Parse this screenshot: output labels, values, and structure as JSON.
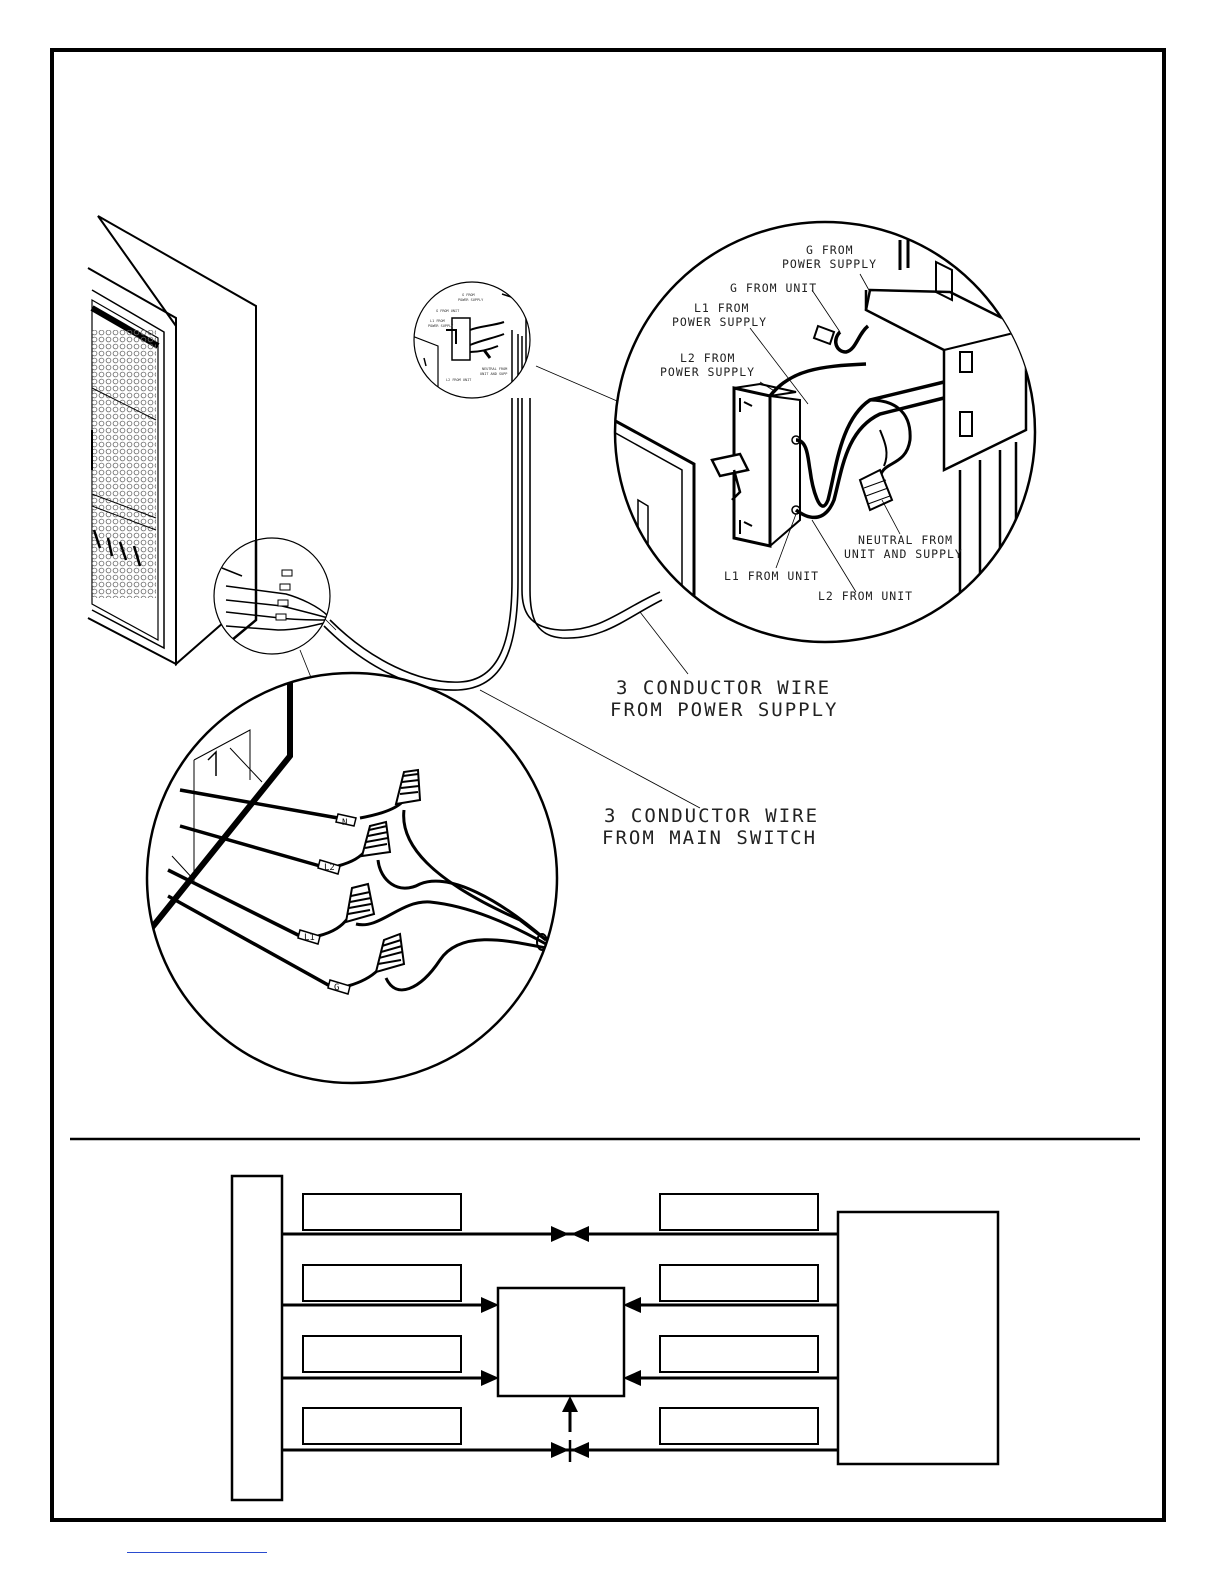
{
  "callouts": {
    "switch_detail": {
      "g_from_power_supply": [
        "G FROM",
        "POWER SUPPLY"
      ],
      "g_from_unit": "G FROM UNIT",
      "l1_from_power_supply": [
        "L1 FROM",
        "POWER SUPPLY"
      ],
      "l2_from_power_supply": [
        "L2 FROM",
        "POWER SUPPLY"
      ],
      "neutral_from_unit_and_supply": [
        "NEUTRAL FROM",
        "UNIT AND SUPPLY"
      ],
      "l1_from_unit": "L1 FROM UNIT",
      "l2_from_unit": "L2 FROM UNIT"
    },
    "wire_power_supply": [
      "3 CONDUCTOR WIRE",
      "FROM POWER SUPPLY"
    ],
    "wire_main_switch": [
      "3 CONDUCTOR WIRE",
      "FROM MAIN SWITCH"
    ]
  },
  "connector_tags": [
    "N",
    "L2",
    "L1",
    "G"
  ],
  "colors": {
    "ink": "#000000",
    "mesh": "#6a6a6a",
    "link": "#2a4ccf"
  }
}
